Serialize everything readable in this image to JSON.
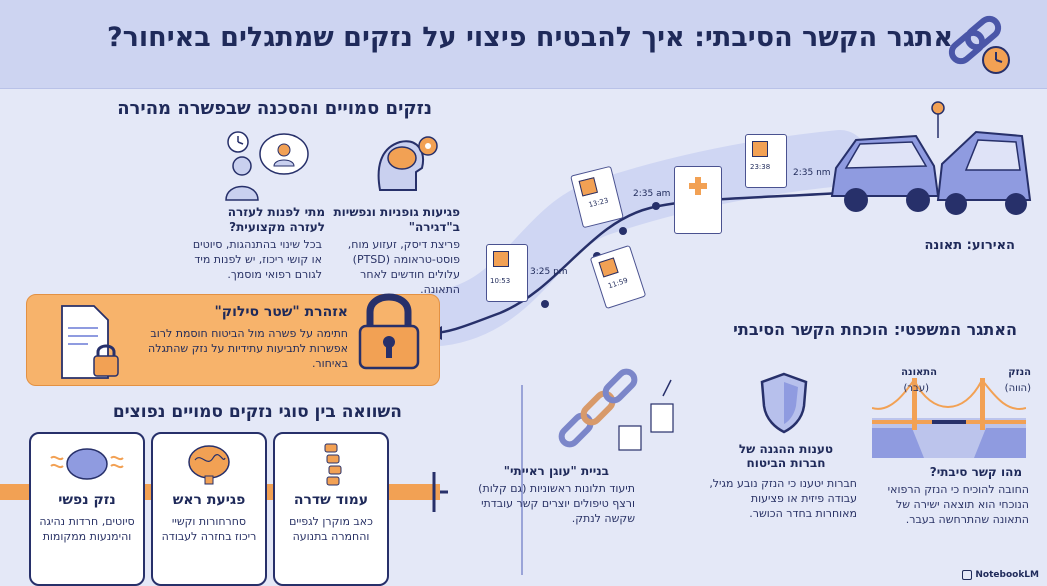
{
  "header": {
    "title": "אתגר הקשר הסיבתי: איך להבטיח פיצוי על נזקים שמתגלים באיחור?",
    "icon": "chain-link-clock-icon"
  },
  "hidden_damage": {
    "heading": "נזקים סמויים והסכנה שבפשרה מהירה",
    "injuries": {
      "title": "פגיעות גופניות ונפשיות ב\"דגירה\"",
      "body": "פריצת דיסק, זעזוע מוח, פוסט-טראומה (PTSD) עלולים חודשים לאחר התאונה."
    },
    "when_help": {
      "title": "מתי לפנות לעזרה לעזרה מקצועית?",
      "body": "בכל שינוי בהתנהגות, סיוטים או קושי ריכוז, יש לפנות מיד לגורם רפואי מוסמך."
    }
  },
  "timeline": {
    "times": [
      "2:35 nm",
      "2:35 am",
      "3:25 pm"
    ],
    "doc_times": [
      "23:38",
      "10:53",
      "11:59",
      "13:23"
    ],
    "event_label": "האירוע: תאונה"
  },
  "warning": {
    "title": "אזהרת \"שטר סילוק\"",
    "body": "חתימה על פשרה מול הביטוח חוסמת לרוב אפשרות לתביעות עתידיות על נזק שהתגלה באיחור."
  },
  "legal": {
    "heading": "האתגר המשפטי: הוכחת הקשר הסיבתי",
    "bridge_labels": {
      "left_title": "התאונה",
      "left_sub": "(עבר)",
      "right_title": "הנזק",
      "right_sub": "(הווה)"
    },
    "causal": {
      "title": "מהו קשר סיבתי?",
      "body": "החובה להוכיח כי הנזק הרפואי הנוכחי הוא תוצאה ישירה של התאונה שהתרחשה בעבר."
    },
    "defense": {
      "title": "טענות ההגנה של חברות הביטוח",
      "body": "חברות יטענו כי הנזק נובע מגיל, עבודה פיזית או פציעות מאוחרות בחדר הכושר."
    },
    "chain": {
      "title": "בניית \"עוגן ראייתי\"",
      "body": "תיעוד תלונות ראשוניות (גם קלות) ורצף טיפולים יוצרים קשר עובדתי שקשה לנתק."
    }
  },
  "comparison": {
    "heading": "השוואה בין סוגי נזקים סמויים נפוצים",
    "cards": [
      {
        "title": "עמוד שדרה",
        "body": "כאב מוקרן לגפיים והחמרה בתנועה",
        "icon": "spine-icon"
      },
      {
        "title": "פגיעת ראש",
        "body": "סחרחורות וקשיי ריכוז בחזרה לעבודה",
        "icon": "brain-icon"
      },
      {
        "title": "נזק נפשי",
        "body": "סיוטים, חרדות נהיגה והימנעות ממקומות",
        "icon": "mind-waves-icon"
      }
    ]
  },
  "footer": {
    "brand": "NotebookLM"
  },
  "colors": {
    "navy": "#1f2a5a",
    "orange": "#f2a154",
    "header_bg": "#cdd4f1",
    "page_bg": "#e4e8f7"
  }
}
